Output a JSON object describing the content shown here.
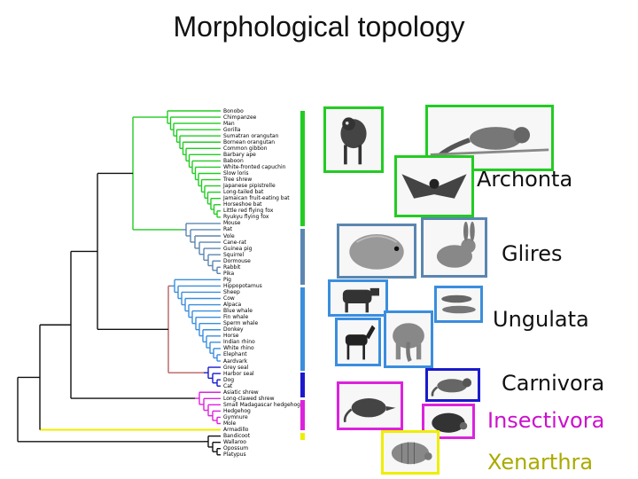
{
  "title": "Morphological topology",
  "taxa": [
    "Bonobo",
    "Chimpanzee",
    "Man",
    "Gorilla",
    "Sumatran orangutan",
    "Bornean orangutan",
    "Common gibbon",
    "Barbary ape",
    "Baboon",
    "White-fronted capuchin",
    "Slow loris",
    "Tree shrew",
    "Japanese pipistrelle",
    "Long-tailed bat",
    "Jamaican fruit-eating bat",
    "Horseshoe bat",
    "Little red flying fox",
    "Ryukyu flying fox",
    "Mouse",
    "Rat",
    "Vole",
    "Cane-rat",
    "Guinea pig",
    "Squirrel",
    "Dormouse",
    "Rabbit",
    "Pika",
    "Pig",
    "Hippopotamus",
    "Sheep",
    "Cow",
    "Alpaca",
    "Blue whale",
    "Fin whale",
    "Sperm whale",
    "Donkey",
    "Horse",
    "Indian rhino",
    "White rhino",
    "Elephant",
    "Aardvark",
    "Grey seal",
    "Harbor seal",
    "Dog",
    "Cat",
    "Asiatic shrew",
    "Long-clawed shrew",
    "Small Madagascar hedgehog",
    "Hedgehog",
    "Gymnure",
    "Mole",
    "Armadillo",
    "Bandicoot",
    "Wallaroo",
    "Opossum",
    "Platypus"
  ],
  "groups": [
    {
      "label": "Archonta",
      "color": "#22cc22"
    },
    {
      "label": "Glires",
      "color": "#5b86b0"
    },
    {
      "label": "Ungulata",
      "color": "#3a8ede"
    },
    {
      "label": "Carnivora",
      "color": "#1a1acc"
    },
    {
      "label": "Insectivora",
      "color": "#dd22dd"
    },
    {
      "label": "Xenarthra",
      "color": "#eeee00"
    }
  ],
  "colors": {
    "ungulata_root": "#b86060",
    "marsupial": "#111111",
    "base": "#111111"
  },
  "pictures": [
    {
      "name": "primate-photo",
      "group": "Archonta"
    },
    {
      "name": "tree-shrew-photo",
      "group": "Archonta"
    },
    {
      "name": "bat-photo",
      "group": "Archonta"
    },
    {
      "name": "guinea-pig-photo",
      "group": "Glires"
    },
    {
      "name": "rabbit-photo",
      "group": "Glires"
    },
    {
      "name": "cow-photo",
      "group": "Ungulata"
    },
    {
      "name": "whale-photo",
      "group": "Ungulata"
    },
    {
      "name": "horse-photo",
      "group": "Ungulata"
    },
    {
      "name": "elephant-photo",
      "group": "Ungulata"
    },
    {
      "name": "civet-photo",
      "group": "Carnivora"
    },
    {
      "name": "shrew-photo",
      "group": "Insectivora"
    },
    {
      "name": "hedgehog-photo",
      "group": "Insectivora"
    },
    {
      "name": "armadillo-photo",
      "group": "Xenarthra"
    }
  ]
}
